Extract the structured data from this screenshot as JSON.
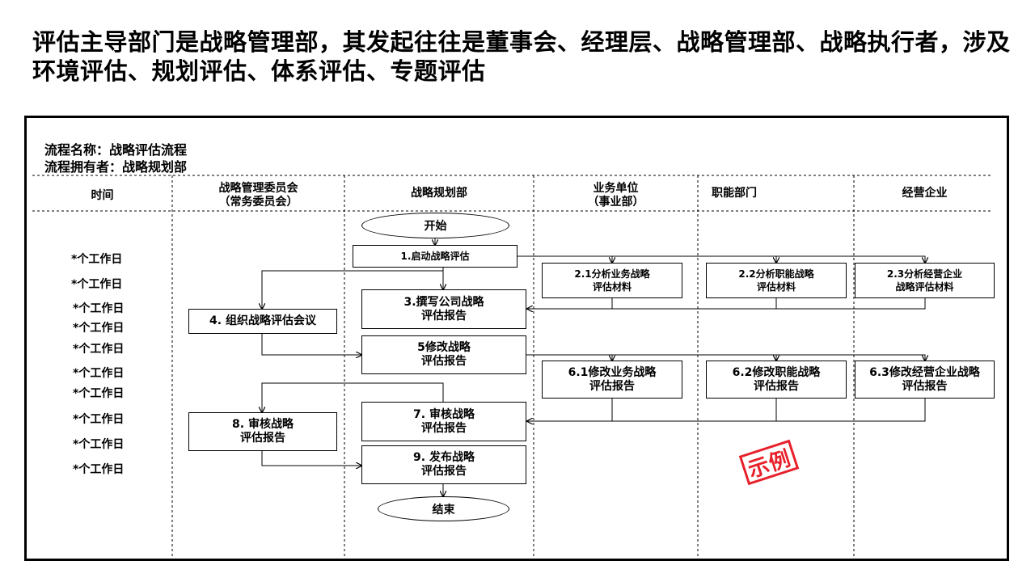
{
  "headline": "评估主导部门是战略管理部，其发起往往是董事会、经理层、战略管理部、战略执行者，涉及环境评估、规划评估、体系评估、专题评估",
  "process_name": "流程名称：战略评估流程",
  "process_owner": "流程拥有者：战略规划部",
  "columns": {
    "time": "时间",
    "committee": "战略管理委员会\n（常务委员会）",
    "planning": "战略规划部",
    "business": "业务单位\n（事业部）",
    "functional": "职能部门",
    "enterprise": "经营企业"
  },
  "time_labels": [
    "*个工作日",
    "*个工作日",
    "*个工作日",
    "*个工作日",
    "*个工作日",
    "*个工作日",
    "*个工作日",
    "*个工作日",
    "*个工作日",
    "*个工作日"
  ],
  "nodes": {
    "start": "开始",
    "step1": "1.启动战略评估",
    "step2_1": "2.1分析业务战略\n评估材料",
    "step2_2": "2.2分析职能战略\n评估材料",
    "step2_3": "2.3分析经营企业\n战略评估材料",
    "step3": "3.撰写公司战略\n评估报告",
    "step4": "4. 组织战略评估会议",
    "step5": "5修改战略\n评估报告",
    "step6_1": "6.1修改业务战略\n评估报告",
    "step6_2": "6.2修改职能战略\n评估报告",
    "step6_3": "6.3修改经营企业战略\n评估报告",
    "step7": "7. 审核战略\n评估报告",
    "step8": "8. 审核战略\n评估报告",
    "step9": "9. 发布战略\n评估报告",
    "end": "结束"
  },
  "stamp": "示例",
  "colors": {
    "stamp": "#e8202a",
    "line": "#000000"
  }
}
